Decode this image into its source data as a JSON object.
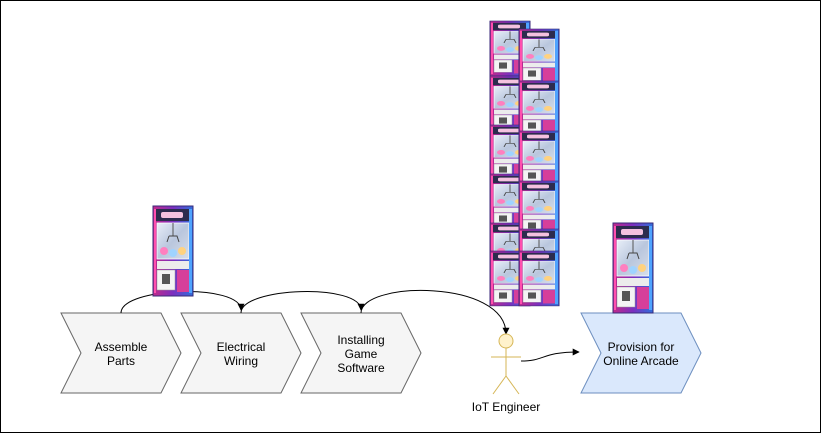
{
  "steps": [
    {
      "lines": [
        "Assemble",
        "Parts"
      ],
      "fill": "#f5f5f5",
      "stroke": "#666666"
    },
    {
      "lines": [
        "Electrical",
        "Wiring"
      ],
      "fill": "#f5f5f5",
      "stroke": "#666666"
    },
    {
      "lines": [
        "Installing",
        "Game",
        "Software"
      ],
      "fill": "#f5f5f5",
      "stroke": "#666666"
    },
    {
      "lines": [
        "Provision for",
        "Online Arcade"
      ],
      "fill": "#dae8fc",
      "stroke": "#6c8ebf"
    }
  ],
  "actor": {
    "label": "IoT Engineer",
    "fill": "#fff2cc",
    "stroke": "#d6b656"
  },
  "colors": {
    "connector": "#000000",
    "machine_body": "#1e6bd6",
    "machine_frame": "#8a2be2"
  },
  "icons": {
    "machine": "claw-machine-icon",
    "actor": "stick-figure-icon"
  }
}
